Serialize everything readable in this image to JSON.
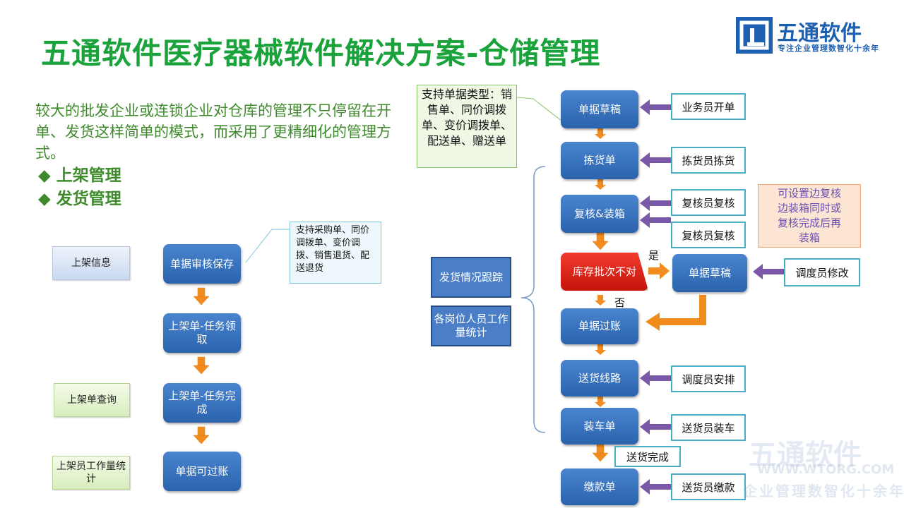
{
  "title": "五通软件医疗器械软件解决方案-仓储管理",
  "logo": {
    "name": "五通软件",
    "tagline": "专注企业管理数智化十余年",
    "brand_color": "#1d5fb0"
  },
  "intro": {
    "text": "较大的批发企业或连锁企业对仓库的管理不只停留在开单、发货这样简单的模式，而采用了更精细化的管理方式。",
    "bullets": [
      "上架管理",
      "发货管理"
    ],
    "bullet_icon": "diamond-icon"
  },
  "left_flow": {
    "labels": [
      "上架信息",
      "上架单查询",
      "上架员工作量统计"
    ],
    "steps": [
      "单据审核保存",
      "上架单-任务领取",
      "上架单-任务完成",
      "单据可过账"
    ],
    "note": "支持采购单、同价调拨单、变价调拨、销售退货、配送退货"
  },
  "right_flow": {
    "note": "支持单据类型：销售单、同价调拨单、变价调拨单、配送单、赠送单",
    "steps": [
      "单据草稿",
      "拣货单",
      "复核&装箱",
      "库存批次不对",
      "单据过账",
      "送货线路",
      "装车单",
      "缴款单"
    ],
    "redraft": "单据草稿",
    "roles": [
      "业务员开单",
      "拣货员拣货",
      "复核员复核",
      "复核员复核",
      "调度员修改",
      "调度员安排",
      "送货员装车",
      "送货员缴款"
    ],
    "yes": "是",
    "no": "否",
    "delivered": "送货完成",
    "tracking": [
      "发货情况跟踪",
      "各岗位人员工作量统计"
    ],
    "orange_note": "可设置边复核边装箱同时或复核完成后再装箱"
  },
  "watermark": {
    "name": "五通软件",
    "url": "WWW.WTORG.COM",
    "tagline": "企业管理数智化十余年"
  },
  "colors": {
    "title": "#1aa33a",
    "node": "#3a73bf",
    "arrow_orange": "#f28c1e",
    "arrow_purple": "#7b57a8",
    "alert": "#e0261c"
  }
}
